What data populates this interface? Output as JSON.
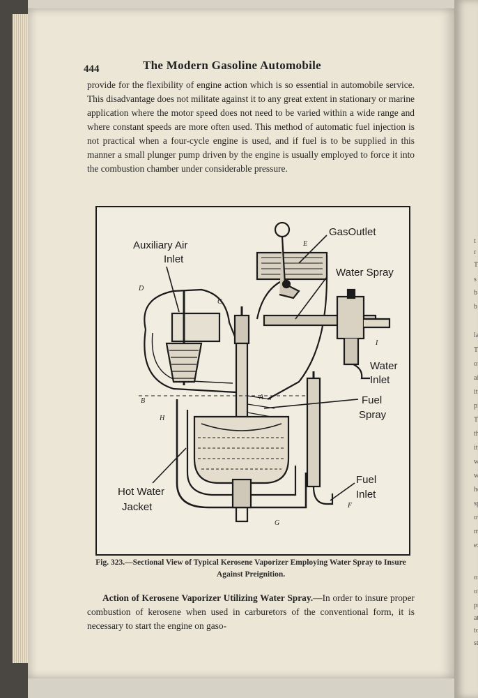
{
  "page": {
    "number": "444",
    "running_head": "The Modern Gasoline Automobile",
    "paragraph_1": "provide for the flexibility of engine action which is so essential in automobile service. This disadvantage does not militate against it to any great extent in stationary or marine application where the motor speed does not need to be varied within a wide range and where constant speeds are more often used. This method of automatic fuel injection is not practical when a four-cycle engine is used, and if fuel is to be supplied in this manner a small plunger pump driven by the engine is usually employed to force it into the combustion chamber under considerable pressure.",
    "paragraph_2_heading": "Action of Kerosene Vaporizer Utilizing Water Spray.",
    "paragraph_2": "—In order to insure proper combustion of kerosene when used in carburetors of the conventional form, it is necessary to start the engine on gaso-"
  },
  "figure": {
    "caption_label": "Fig. 323.",
    "caption_text": "—Sectional View of Typical Kerosene Vaporizer Employing Water Spray to Insure Against Preignition.",
    "labels": {
      "aux_air_1": "Auxiliary Air",
      "aux_air_2": "Inlet",
      "gas_outlet": "GasOutlet",
      "water_spray": "Water Spray",
      "water_inlet_1": "Water",
      "water_inlet_2": "Inlet",
      "fuel_spray_1": "Fuel",
      "fuel_spray_2": "Spray",
      "fuel_inlet_1": "Fuel",
      "fuel_inlet_2": "Inlet",
      "hot_water_1": "Hot Water",
      "hot_water_2": "Jacket"
    },
    "letters": {
      "A": "A",
      "B": "B",
      "C": "C",
      "D": "D",
      "E": "E",
      "F": "F",
      "G": "G",
      "H": "H",
      "I": "I"
    }
  },
  "adjacent_page_fragments": [
    "t",
    "r",
    "T",
    "s",
    "b",
    "b",
    "la",
    "T",
    "of",
    "ai",
    "it",
    "pi",
    "T",
    "th",
    "it",
    "wi",
    "wi",
    "ho",
    "sp",
    "ov",
    "mi",
    "ex",
    "of",
    "of",
    "pr",
    "at",
    "to",
    "sta"
  ]
}
